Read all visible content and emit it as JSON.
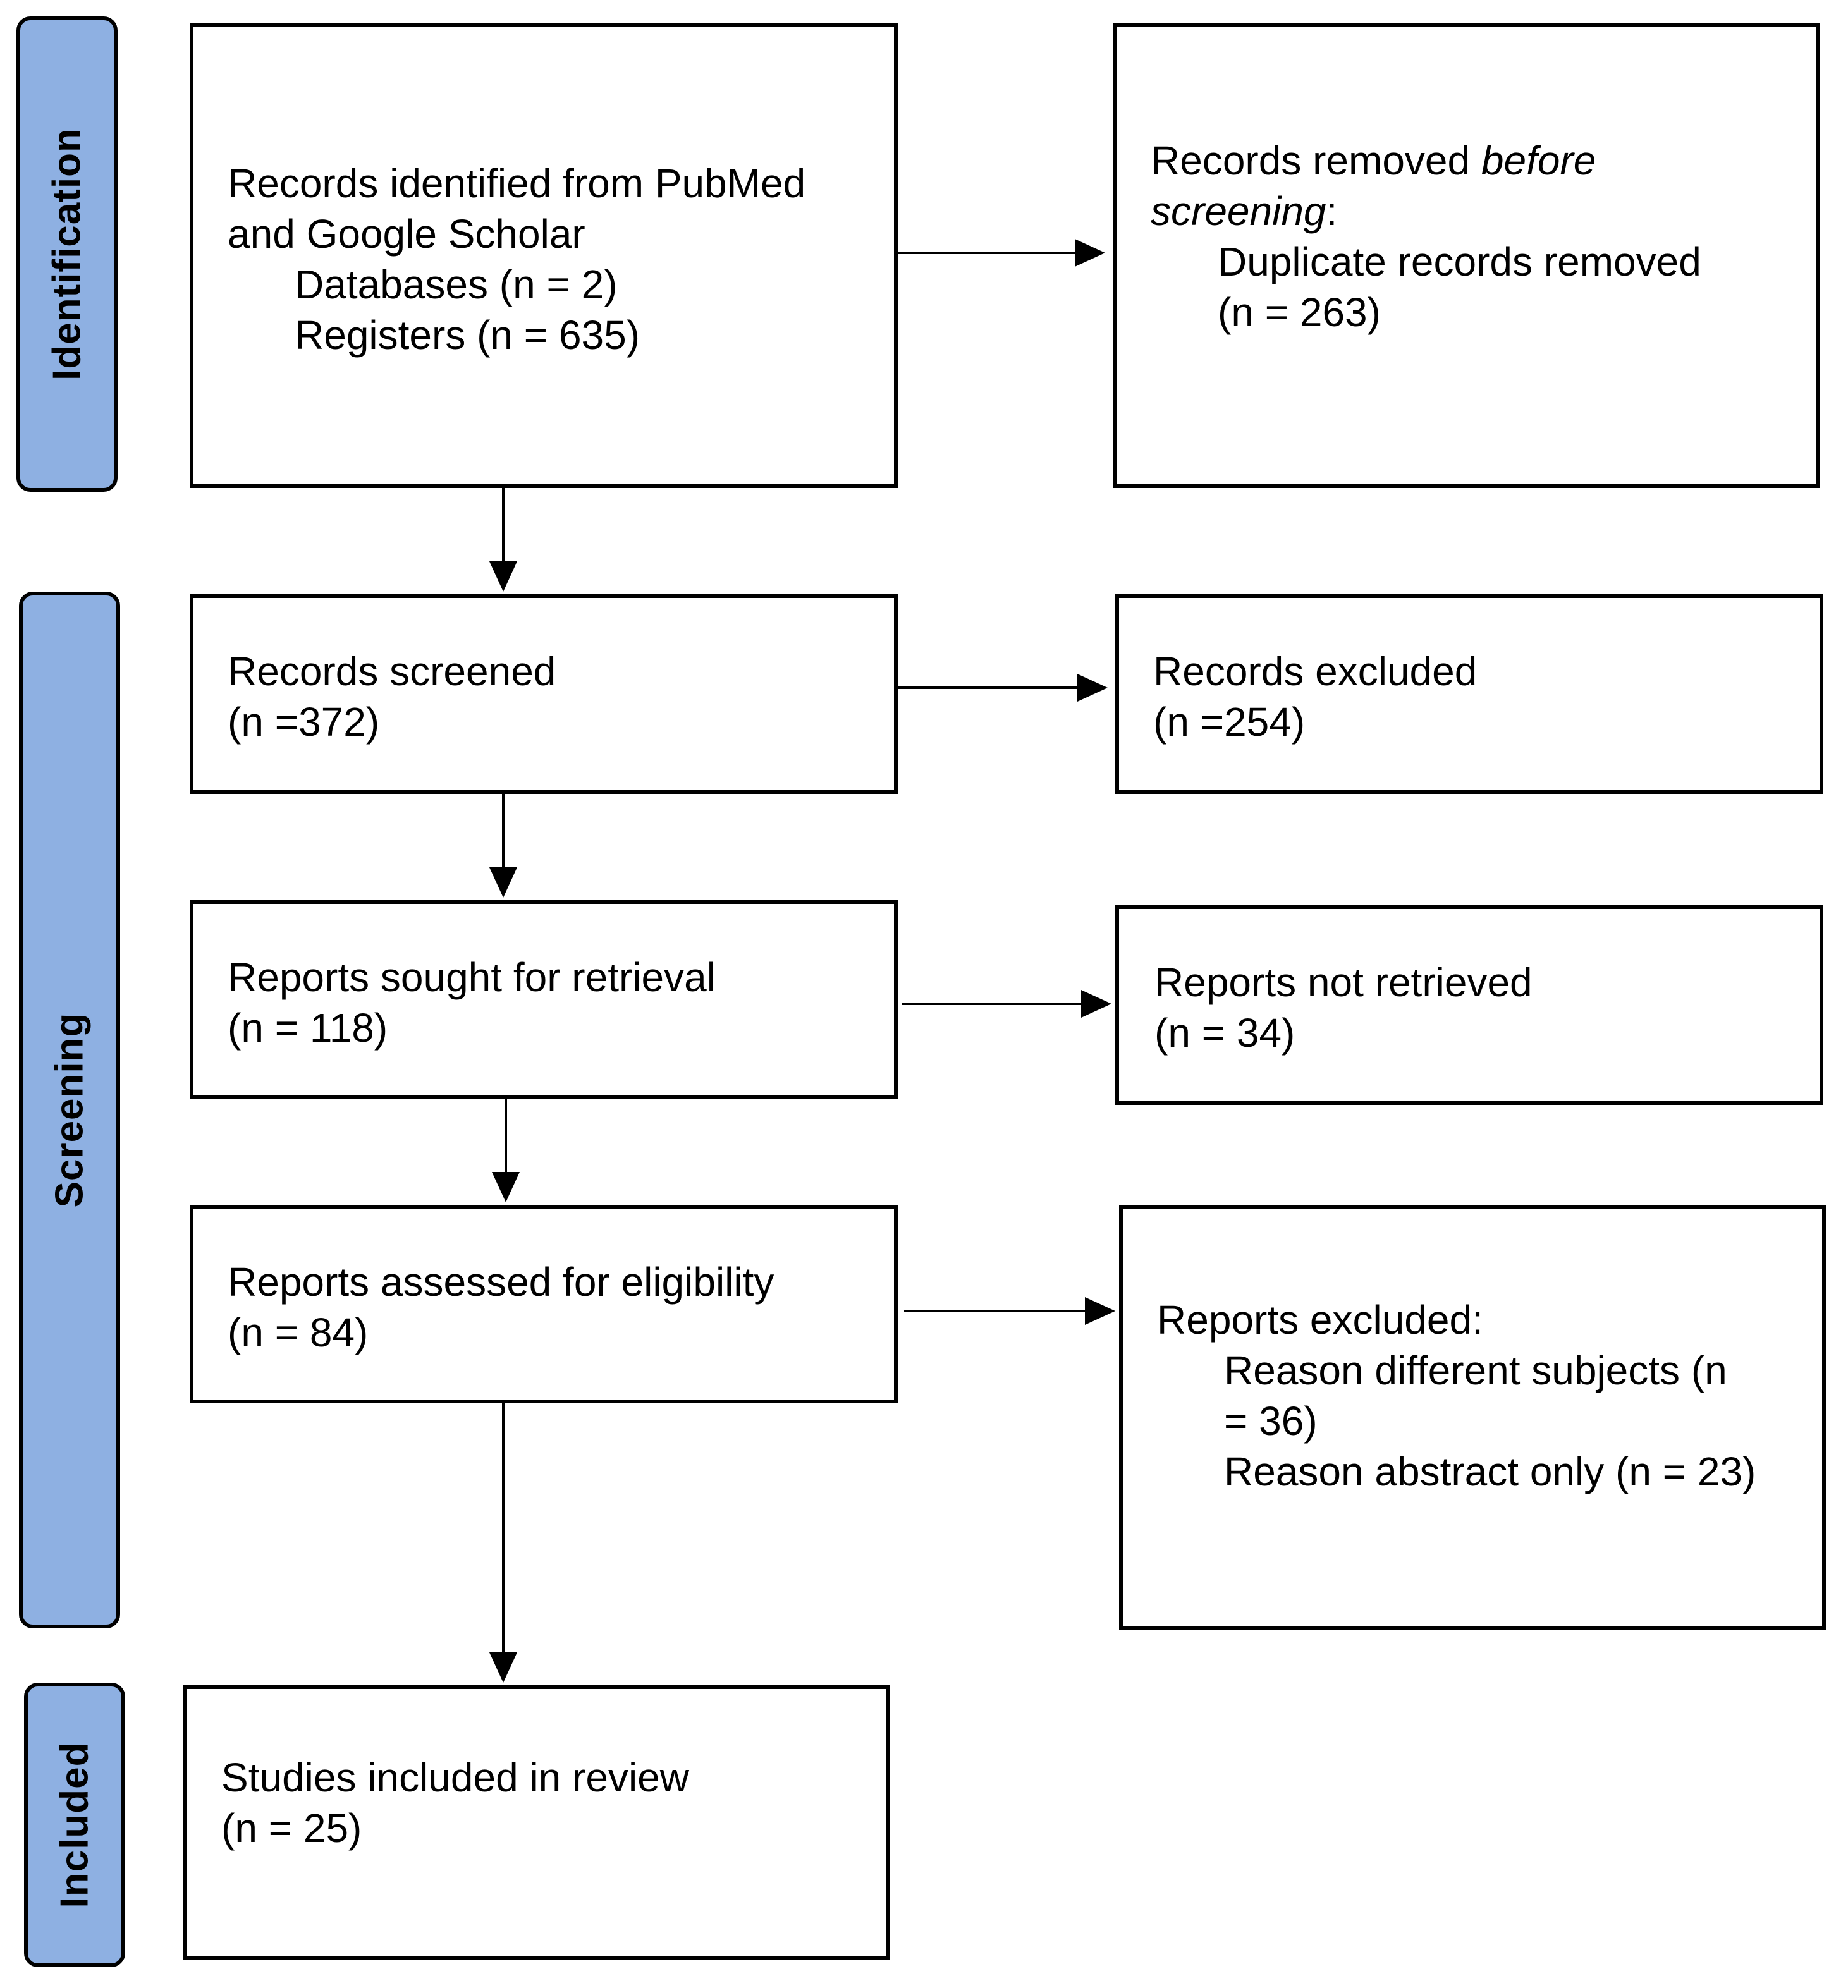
{
  "stages": {
    "identification": "Identification",
    "screening": "Screening",
    "included": "Included"
  },
  "boxes": {
    "identified": {
      "line1": "Records identified from PubMed",
      "line2": "and Google Scholar",
      "line3": "Databases (n = 2)",
      "line4": "Registers (n = 635)"
    },
    "removed": {
      "line1_a": "Records removed ",
      "line1_b": "before",
      "line2_a": "screening",
      "line2_b": ":",
      "line3": "Duplicate records removed",
      "line4": "(n = 263)"
    },
    "screened": {
      "line1": "Records screened",
      "line2": "(n =372)"
    },
    "excluded": {
      "line1": "Records excluded",
      "line2": "(n =254)"
    },
    "sought": {
      "line1": "Reports sought for retrieval",
      "line2": "(n = 118)"
    },
    "not_retrieved": {
      "line1": "Reports not retrieved",
      "line2": "(n = 34)"
    },
    "assessed": {
      "line1": "Reports assessed for eligibility",
      "line2": "(n = 84)"
    },
    "reports_excluded": {
      "line1": "Reports excluded:",
      "line2": "Reason different subjects (n",
      "line3": "= 36)",
      "line4": "Reason abstract only (n = 23)"
    },
    "included": {
      "line1": "Studies included in review",
      "line2": "(n = 25)"
    }
  },
  "colors": {
    "stage_fill": "#8eb0e2",
    "stroke": "#000000"
  }
}
